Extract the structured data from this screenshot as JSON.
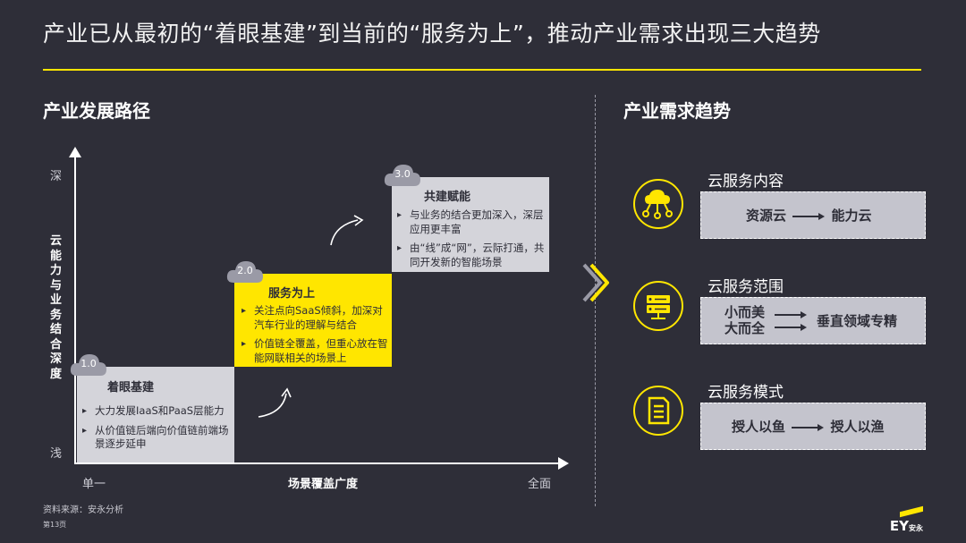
{
  "title": "产业已从最初的“着眼基建”到当前的“服务为上”，推动产业需求出现三大趋势",
  "colors": {
    "background": "#2e2e38",
    "accent": "#ffe600",
    "box_gray": "#d4d4da",
    "box_yellow": "#ffe600"
  },
  "left": {
    "heading": "产业发展路径",
    "y_axis": {
      "label": "云能力与业务结合深度",
      "top": "深",
      "bottom": "浅"
    },
    "x_axis": {
      "label": "场景覆盖广度",
      "left": "单一",
      "right": "全面"
    },
    "stages": [
      {
        "version": "1.0",
        "title": "着眼基建",
        "bullets": [
          "大力发展IaaS和PaaS层能力",
          "从价值链后端向价值链前端场景逐步延申"
        ]
      },
      {
        "version": "2.0",
        "title": "服务为上",
        "bullets": [
          "关注点向SaaS倾斜，加深对汽车行业的理解与结合",
          "价值链全覆盖，但重心放在智能网联相关的场景上"
        ]
      },
      {
        "version": "3.0",
        "title": "共建赋能",
        "bullets": [
          "与业务的结合更加深入，深层应用更丰富",
          "由“线”成“网”，云际打通，共同开发新的智能场景"
        ]
      }
    ]
  },
  "right": {
    "heading": "产业需求趋势",
    "trends": [
      {
        "icon": "cloud-network-icon",
        "title": "云服务内容",
        "from": "资源云",
        "to": "能力云"
      },
      {
        "icon": "server-icon",
        "title": "云服务范围",
        "from_lines": [
          "小而美",
          "大而全"
        ],
        "to": "垂直领域专精"
      },
      {
        "icon": "document-list-icon",
        "title": "云服务模式",
        "from": "授人以鱼",
        "to": "授人以渔"
      }
    ]
  },
  "footer": {
    "source": "资料来源：安永分析",
    "page": "第13页",
    "logo": "EY",
    "logo_sub": "安永"
  }
}
